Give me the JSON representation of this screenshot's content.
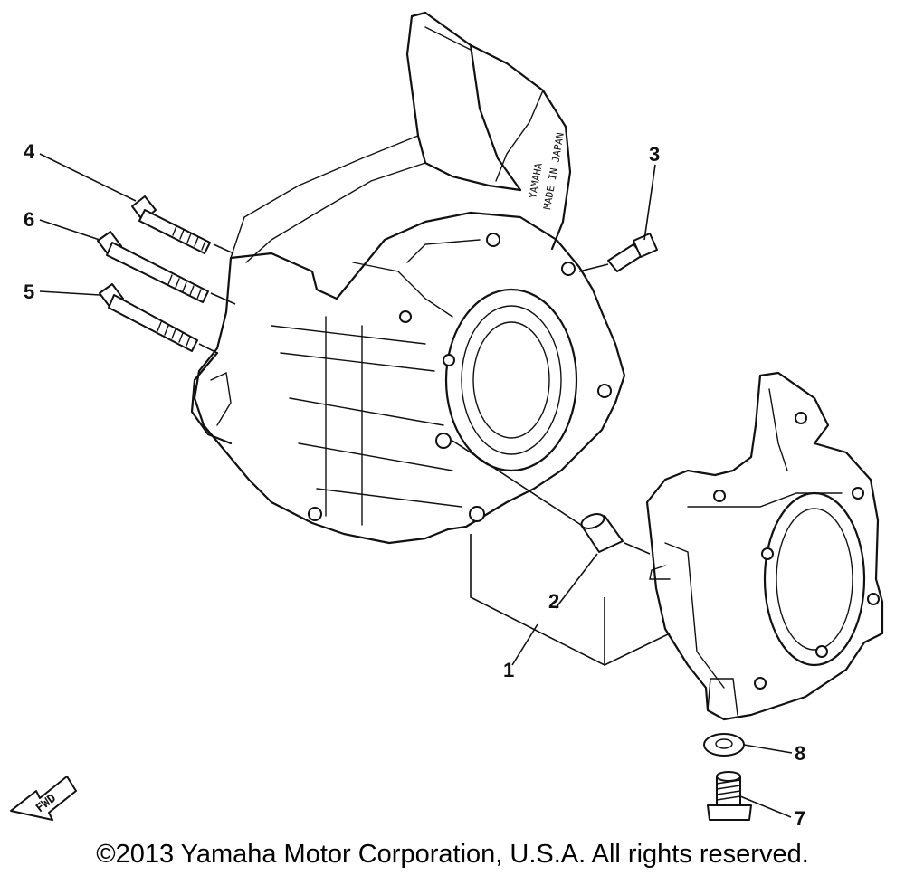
{
  "callouts": {
    "c1": "1",
    "c2": "2",
    "c3": "3",
    "c4": "4",
    "c5": "5",
    "c6": "6",
    "c7": "7",
    "c8": "8"
  },
  "casting_mark": [
    "YAMAHA",
    "MADE IN JAPAN"
  ],
  "fwd_label": "FWD",
  "copyright": "©2013 Yamaha Motor Corporation, U.S.A. All rights reserved."
}
